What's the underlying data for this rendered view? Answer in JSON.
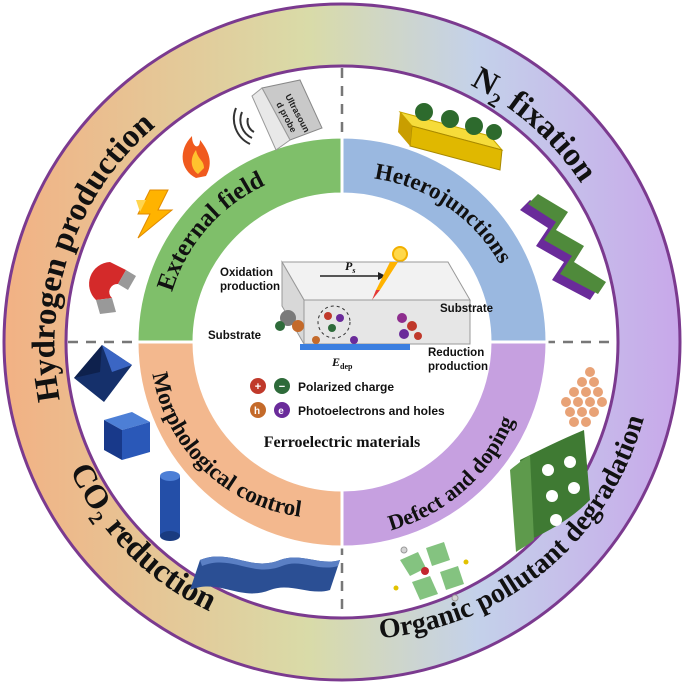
{
  "outer_ring": {
    "hydrogen": "Hydrogen production",
    "n2_main": "N",
    "n2_sub": "2",
    "n2_rest": " fixation",
    "co2_main": "CO",
    "co2_sub": "2",
    "co2_rest": " reduction",
    "organic": "Organic pollutant degradation"
  },
  "inner_ring": {
    "external_field": "External field",
    "heterojunctions": "Heterojunctions",
    "morphological_control": "Morphological control",
    "defect_doping": "Defect and doping"
  },
  "center": {
    "oxidation": "Oxidation",
    "oxidation_2": "production",
    "substrate_left": "Substrate",
    "substrate_right": "Substrate",
    "reduction": "Reduction",
    "reduction_2": "production",
    "ps_label": "P",
    "ps_sub": "s",
    "edep_label": "E",
    "edep_sub": "dep",
    "legend_plus": "+",
    "legend_minus": "−",
    "legend_h": "h",
    "legend_e": "e",
    "legend_polarized": "Polarized charge",
    "legend_photo": "Photoelectrons and holes",
    "title": "Ferroelectric materials"
  },
  "ultrasound_1": "Ultrasoun",
  "ultrasound_2": "d probe",
  "colors": {
    "outer_left": "#f0b98f",
    "outer_right": "#c9b3e8",
    "ring_border": "#7b3a8f",
    "green": "#7fbf6a",
    "blue": "#9ab8e0",
    "peach": "#f3b88e",
    "lavender": "#c6a0e0"
  }
}
